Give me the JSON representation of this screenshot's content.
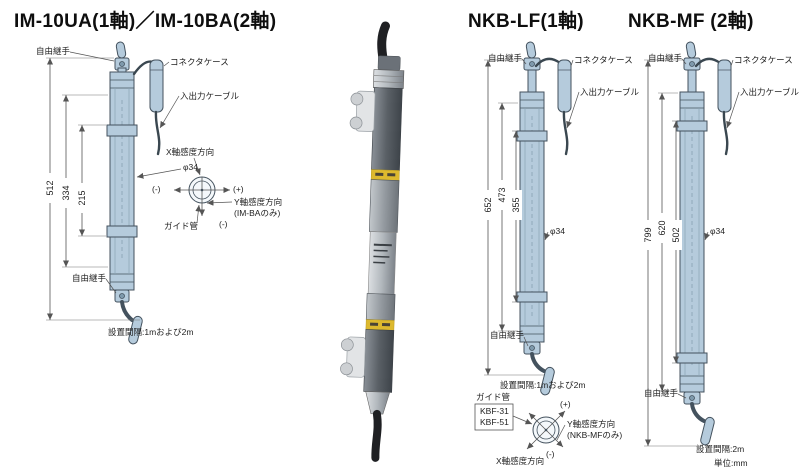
{
  "titles": {
    "im": "IM-10UA(1軸)／IM-10BA(2軸)",
    "nkb_lf": "NKB-LF(1軸)",
    "nkb_mf": "NKB-MF (2軸)"
  },
  "im": {
    "free_joint_top": "自由継手",
    "connector_case": "コネクタケース",
    "io_cable": "入出力ケーブル",
    "dim_overall": "512",
    "dim_mid": "334",
    "dim_inner": "215",
    "diameter": "φ34",
    "x_axis": "X軸感度方向",
    "x_minus": "(-)",
    "x_plus": "(+)",
    "y_axis": "Y軸感度方向",
    "y_axis_note": "(IM-BAのみ)",
    "y_minus": "(-)",
    "guide_tube": "ガイド管",
    "free_joint_bottom": "自由継手",
    "install_note": "設置間隔:1mおよび2m"
  },
  "nkb_lf": {
    "free_joint_top": "自由継手",
    "connector_case": "コネクタケース",
    "io_cable": "入出力ケーブル",
    "dim_overall": "652",
    "dim_mid": "473",
    "dim_inner": "355",
    "diameter": "φ34",
    "free_joint_bottom": "自由継手",
    "install_note": "設置間隔:1mおよび2m",
    "guide_tube": "ガイド管",
    "guide_models": [
      "KBF-31",
      "KBF-51"
    ],
    "x_plus": "(+)",
    "y_axis": "Y軸感度方向",
    "y_axis_note": "(NKB-MFのみ)",
    "y_minus": "(-)",
    "x_axis": "X軸感度方向"
  },
  "nkb_mf": {
    "free_joint_top": "自由継手",
    "connector_case": "コネクタケース",
    "io_cable": "入出力ケーブル",
    "dim_overall": "799",
    "dim_mid": "620",
    "dim_inner": "502",
    "diameter": "φ34",
    "free_joint_bottom": "自由継手",
    "install_note": "設置間隔:2m",
    "unit_note": "単位:mm"
  },
  "colors": {
    "device_fill": "#b5cbdc",
    "device_outline": "#44525e",
    "band_yellow": "#ddb92e",
    "line": "#555555"
  }
}
